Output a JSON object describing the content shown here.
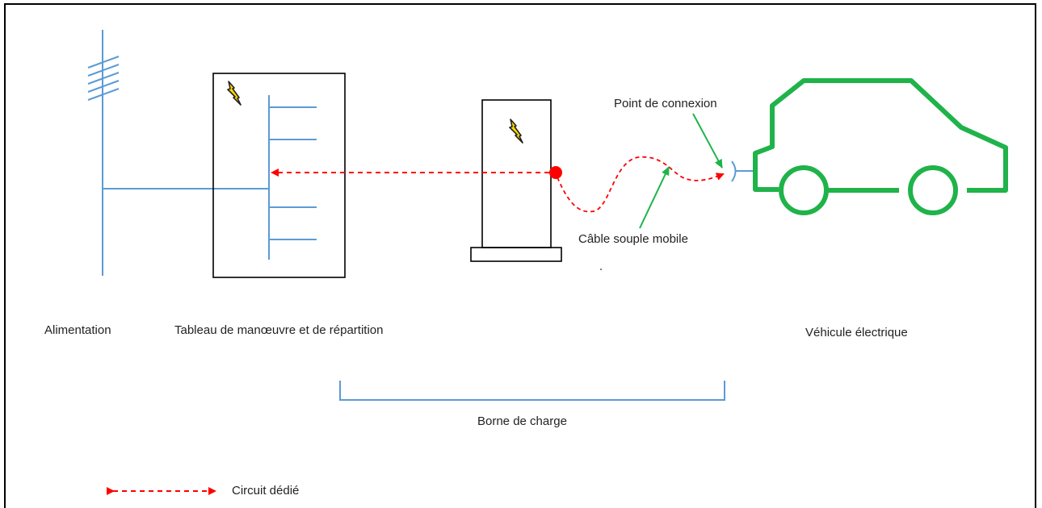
{
  "labels": {
    "power_supply": "Alimentation",
    "distribution_board": "Tableau de manœuvre et de répartition",
    "charging_station": "Borne de charge",
    "electric_vehicle": "Véhicule électrique",
    "connection_point": "Point de connexion",
    "flexible_cable": "Câble souple mobile"
  },
  "legend": {
    "dedicated_circuit": "Circuit dédié"
  },
  "colors": {
    "supply_lines": "#5b9bd5",
    "dedicated_circuit": "#ff0000",
    "vehicle": "#1fb34a",
    "annotation_arrows": "#1fb34a",
    "bolt_fill": "#ffd800",
    "outline": "#000000"
  },
  "icons": {
    "bolt": "lightning-bolt-icon"
  }
}
